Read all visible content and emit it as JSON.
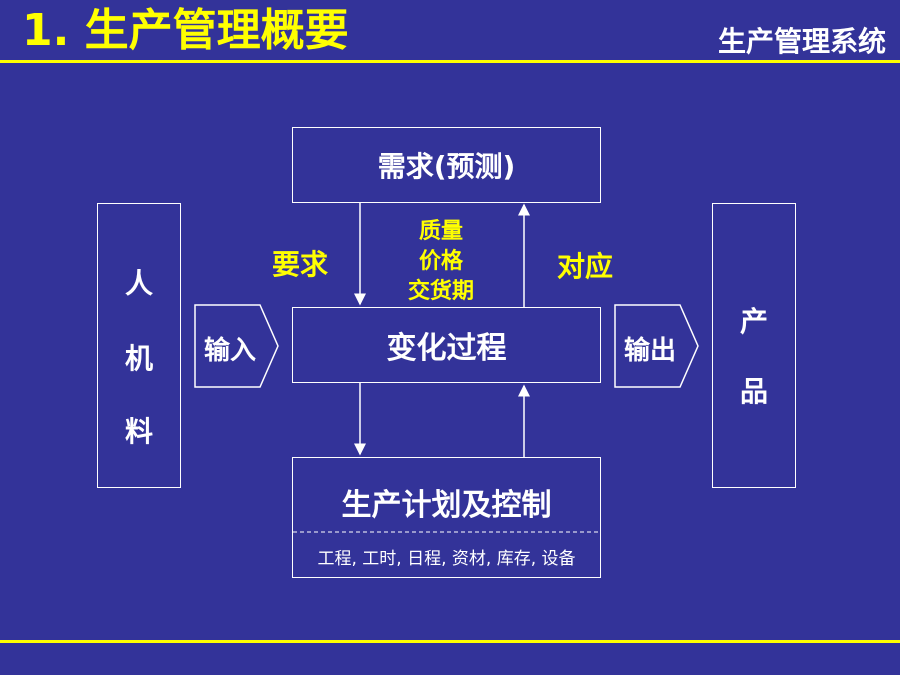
{
  "header": {
    "title": "1. 生产管理概要",
    "system": "生产管理系统"
  },
  "diagram": {
    "demand_box": "需求(预测)",
    "process_box": "变化过程",
    "plan_box": {
      "title": "生产计划及控制",
      "items": "工程, 工时, 日程, 资材, 库存, 设备"
    },
    "left_box": [
      "人",
      "机",
      "料"
    ],
    "right_box": [
      "产",
      "品"
    ],
    "input_arrow": "输入",
    "output_arrow": "输出",
    "label_requirement": "要求",
    "label_response": "对应",
    "center_labels": [
      "质量",
      "价格",
      "交货期"
    ]
  },
  "colors": {
    "background": "#333399",
    "accent": "#ffff00",
    "text": "#ffffff"
  }
}
